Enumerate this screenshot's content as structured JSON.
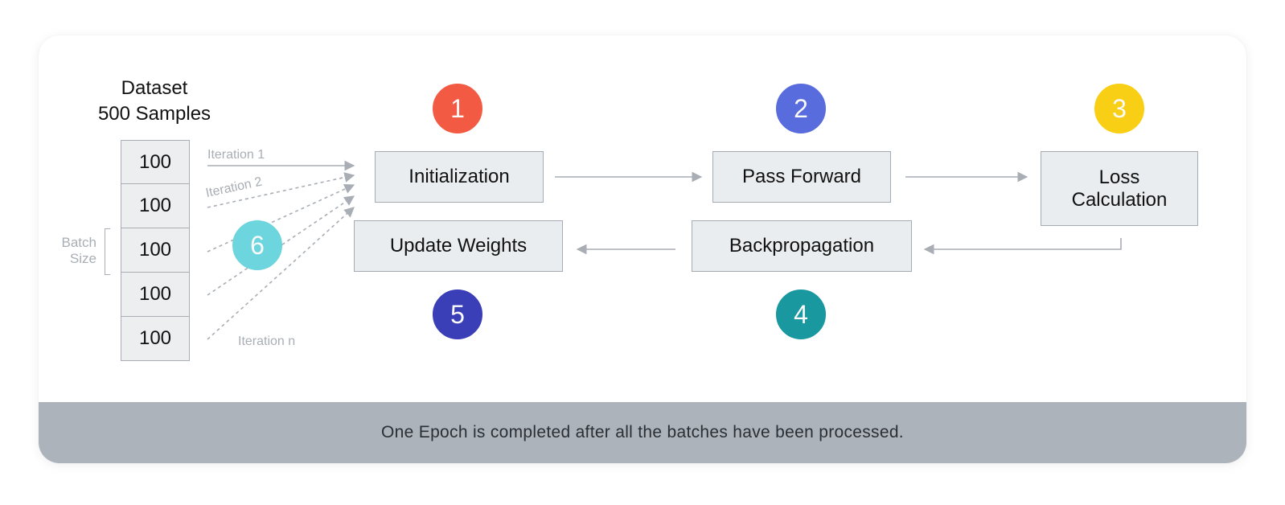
{
  "dataset": {
    "title_line1": "Dataset",
    "title_line2": "500 Samples",
    "batches": [
      "100",
      "100",
      "100",
      "100",
      "100"
    ]
  },
  "batch_size": {
    "line1": "Batch",
    "line2": "Size"
  },
  "iterations": {
    "first": "Iteration 1",
    "second": "Iteration 2",
    "last": "Iteration n"
  },
  "steps": [
    {
      "number": "1",
      "label": "Initialization",
      "color": "#f85c44"
    },
    {
      "number": "2",
      "label": "Pass Forward",
      "color": "#5b6ee1"
    },
    {
      "number": "3",
      "label_line1": "Loss",
      "label_line2": "Calculation",
      "color": "#fdd314"
    },
    {
      "number": "4",
      "label": "Backpropagation",
      "color": "#1a9ba3"
    },
    {
      "number": "5",
      "label": "Update Weights",
      "color": "#3b3fbb"
    },
    {
      "number": "6",
      "color": "#6fd9e2"
    }
  ],
  "footer": {
    "text": "One Epoch is completed after all the batches have been processed."
  },
  "colors": {
    "box_fill": "#eaedf0",
    "box_border": "#a5abb3",
    "arrow": "#a9aeb5",
    "footer_bg": "#adb3bb"
  }
}
